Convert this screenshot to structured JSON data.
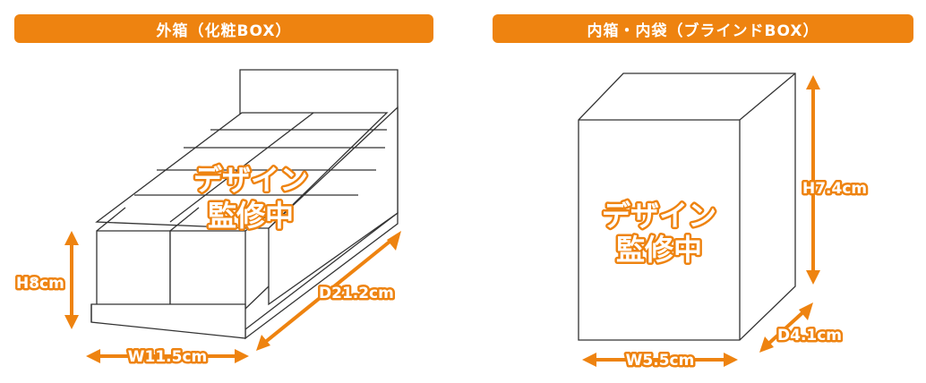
{
  "outer_box": {
    "title": "外箱（化粧BOX）",
    "watermark_line1": "デザイン",
    "watermark_line2": "監修中",
    "height_label": "H8cm",
    "width_label": "W11.5cm",
    "depth_label": "D21.2cm"
  },
  "inner_box": {
    "title": "内箱・内袋（ブラインドBOX）",
    "watermark_line1": "デザイン",
    "watermark_line2": "監修中",
    "height_label": "H7.4cm",
    "width_label": "W5.5cm",
    "depth_label": "D4.1cm"
  },
  "colors": {
    "accent": "#ee8310",
    "outline": "#333333"
  }
}
